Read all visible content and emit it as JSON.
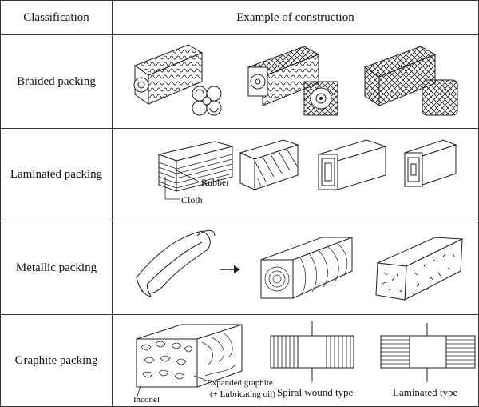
{
  "header": {
    "classification": "Classification",
    "example": "Example of construction"
  },
  "rows": [
    {
      "label": "Braided packing"
    },
    {
      "label": "Laminated packing",
      "labels": {
        "rubber": "Rubber",
        "cloth": "Cloth"
      }
    },
    {
      "label": "Metallic packing"
    },
    {
      "label": "Graphite packing",
      "labels": {
        "expanded": "Expanded graphite",
        "lubricating": "(+ Lubricating oil)",
        "inconel": "Inconel",
        "spiral": "Spiral wound type",
        "laminated": "Laminated type"
      }
    }
  ]
}
